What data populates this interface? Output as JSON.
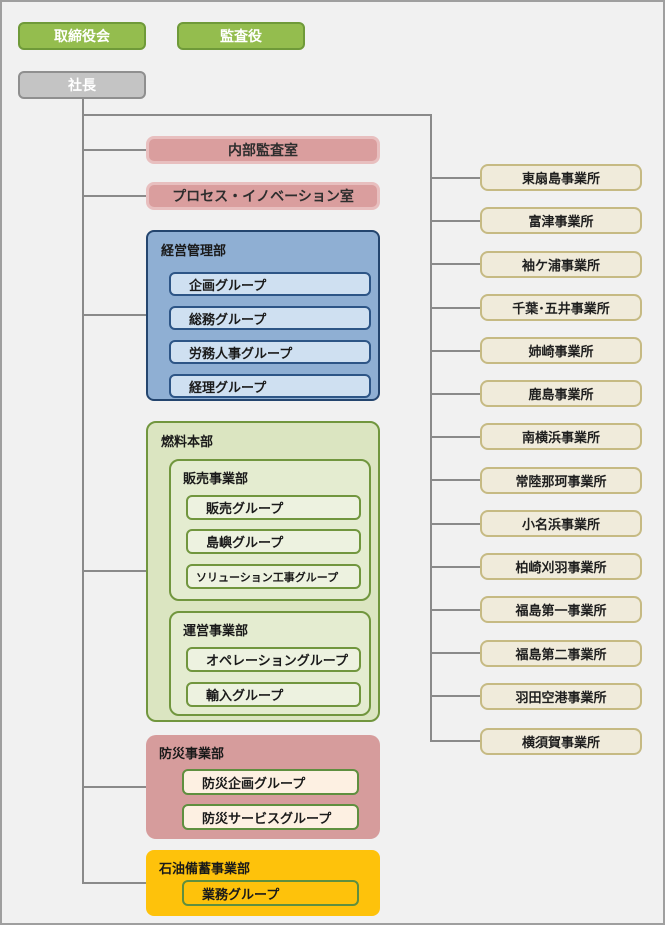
{
  "top": {
    "board": "取締役会",
    "auditor": "監査役",
    "president": "社長"
  },
  "staff_offices": {
    "internal_audit": "内部監査室",
    "process_innovation": "プロセス・イノベーション室"
  },
  "departments": {
    "management": {
      "label": "経営管理部",
      "groups": [
        "企画グループ",
        "総務グループ",
        "労務人事グループ",
        "経理グループ"
      ]
    },
    "fuel": {
      "label": "燃料本部",
      "sales_div": {
        "label": "販売事業部",
        "groups": [
          "販売グループ",
          "島嶼グループ",
          "ソリューション工事グループ"
        ]
      },
      "operations_div": {
        "label": "運営事業部",
        "groups": [
          "オペレーショングループ",
          "輸入グループ"
        ]
      }
    },
    "disaster": {
      "label": "防災事業部",
      "groups": [
        "防災企画グループ",
        "防災サービスグループ"
      ]
    },
    "oil_reserve": {
      "label": "石油備蓄事業部",
      "groups": [
        "業務グループ"
      ]
    }
  },
  "sites": {
    "items": [
      "東扇島事業所",
      "富津事業所",
      "袖ケ浦事業所",
      "千葉･五井事業所",
      "姉崎事業所",
      "鹿島事業所",
      "南横浜事業所",
      "常陸那珂事業所",
      "小名浜事業所",
      "柏崎刈羽事業所",
      "福島第一事業所",
      "福島第二事業所",
      "羽田空港事業所",
      "横須賀事業所"
    ]
  },
  "colors": {
    "button_green": "#94bd4e",
    "button_gray": "#c4c4c4",
    "office_pink": "#da9e9e",
    "management_blue": "#8fafd3",
    "management_blue_light": "#cfe0f1",
    "fuel_green": "#dbe5c1",
    "fuel_green_border": "#71963e",
    "disaster_rose": "#d69c9c",
    "disaster_cream": "#fdf0e2",
    "oil_amber": "#fec20b",
    "site_cream": "#f0ebdb",
    "site_border": "#c6ba83",
    "connector_gray": "#8a8a8a"
  }
}
